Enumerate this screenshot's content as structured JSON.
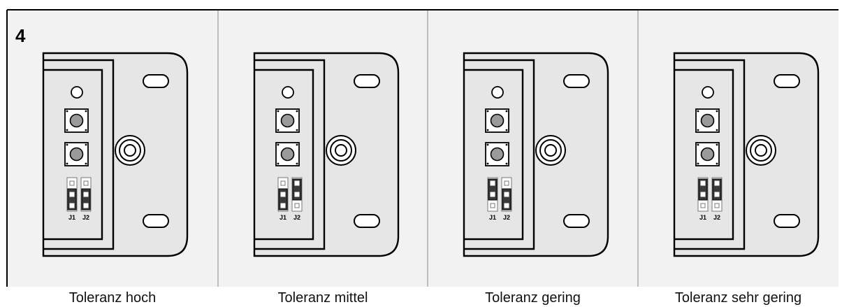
{
  "step_number": "4",
  "jumper_labels": [
    "J1",
    "J2"
  ],
  "panels": [
    {
      "caption": "Toleranz hoch",
      "jumpers": [
        {
          "position": "bottom"
        },
        {
          "position": "bottom"
        }
      ]
    },
    {
      "caption": "Toleranz mittel",
      "jumpers": [
        {
          "position": "bottom"
        },
        {
          "position": "top"
        }
      ]
    },
    {
      "caption": "Toleranz gering",
      "jumpers": [
        {
          "position": "top"
        },
        {
          "position": "bottom"
        }
      ]
    },
    {
      "caption": "Toleranz sehr gering",
      "jumpers": [
        {
          "position": "top"
        },
        {
          "position": "top"
        }
      ]
    }
  ],
  "colors": {
    "panel_background": "#f2f2f2",
    "board_fill": "#e6e6e6",
    "button_fill": "#9a9a9a",
    "jumper_cap": "#3a3a3a",
    "divider": "#888888"
  }
}
